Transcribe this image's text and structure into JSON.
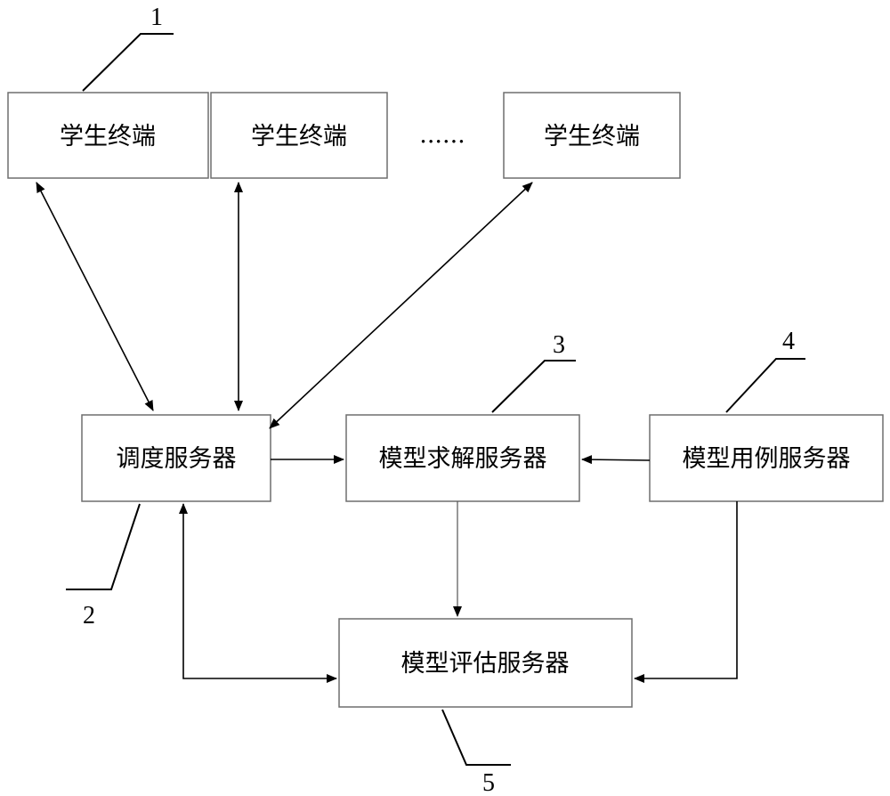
{
  "nodes": {
    "terminal_1": {
      "label": "学生终端"
    },
    "terminal_2": {
      "label": "学生终端"
    },
    "ellipsis": {
      "label": "......"
    },
    "terminal_3": {
      "label": "学生终端"
    },
    "dispatch": {
      "label": "调度服务器"
    },
    "solver": {
      "label": "模型求解服务器"
    },
    "usecase": {
      "label": "模型用例服务器"
    },
    "evaluator": {
      "label": "模型评估服务器"
    }
  },
  "refs": {
    "r1": "1",
    "r2": "2",
    "r3": "3",
    "r4": "4",
    "r5": "5"
  },
  "edges": [
    {
      "from": "terminal_1",
      "to": "dispatch",
      "direction": "both"
    },
    {
      "from": "terminal_2",
      "to": "dispatch",
      "direction": "both"
    },
    {
      "from": "terminal_3",
      "to": "dispatch",
      "direction": "both"
    },
    {
      "from": "dispatch",
      "to": "solver",
      "direction": "forward"
    },
    {
      "from": "usecase",
      "to": "solver",
      "direction": "forward"
    },
    {
      "from": "solver",
      "to": "evaluator",
      "direction": "forward"
    },
    {
      "from": "usecase",
      "to": "evaluator",
      "direction": "forward"
    },
    {
      "from": "dispatch",
      "to": "evaluator",
      "direction": "both"
    }
  ]
}
